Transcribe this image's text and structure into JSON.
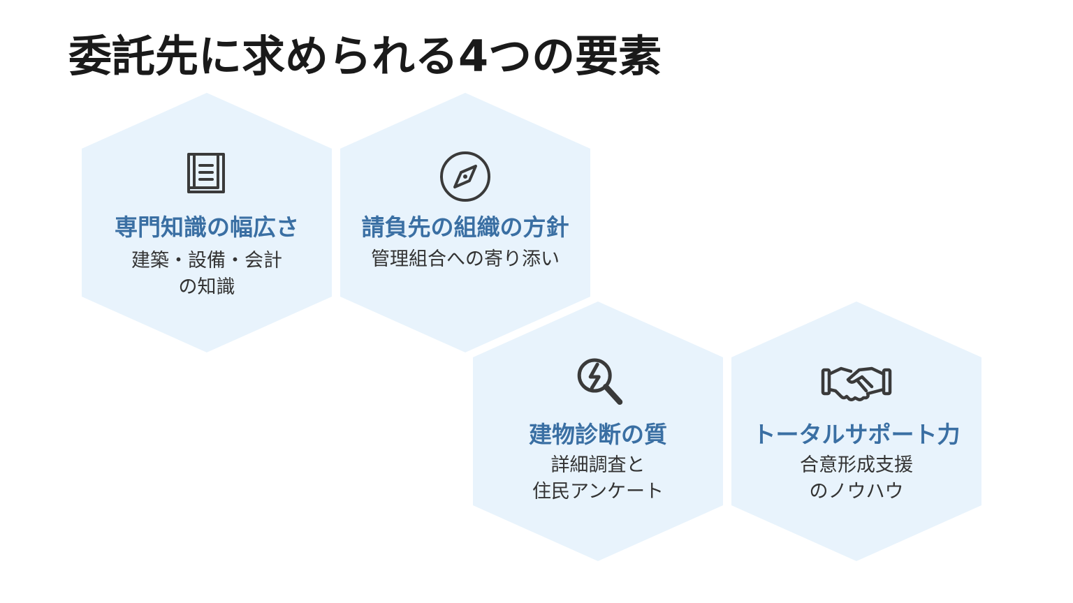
{
  "title": "委託先に求められる4つの要素",
  "elements": [
    {
      "icon": "book-icon",
      "title": "専門知識の幅広さ",
      "lines": [
        "建築・設備・会計",
        "の知識"
      ]
    },
    {
      "icon": "compass-icon",
      "title": "請負先の組織の方針",
      "lines": [
        "管理組合への寄り添い"
      ]
    },
    {
      "icon": "magnifier-diagnosis-icon",
      "title": "建物診断の質",
      "lines": [
        "詳細調査と",
        "住民アンケート"
      ]
    },
    {
      "icon": "handshake-icon",
      "title": "トータルサポート力",
      "lines": [
        "合意形成支援",
        "のノウハウ"
      ]
    }
  ],
  "colors": {
    "hex_fill": "#e8f3fc",
    "title_blue": "#3a6fa3",
    "text": "#333333",
    "icon": "#3a3a3a"
  }
}
